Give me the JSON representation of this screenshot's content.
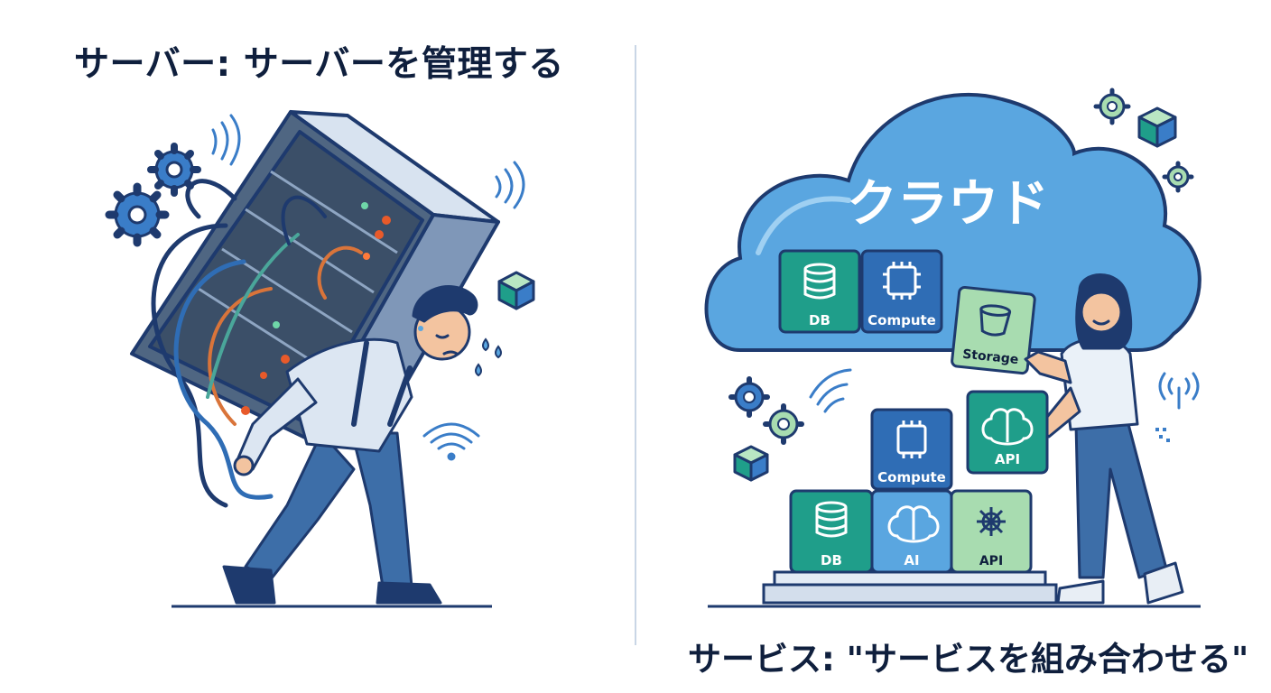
{
  "left": {
    "title": "サーバー: サーバーを管理する"
  },
  "right": {
    "title": "サービス: \"サービスを組み合わせる\"",
    "cloud_label": "クラウド",
    "cloud_blocks": [
      {
        "label": "DB",
        "icon": "database-icon"
      },
      {
        "label": "Compute",
        "icon": "chip-icon"
      }
    ],
    "held_block": {
      "label": "Storage",
      "icon": "bucket-icon"
    },
    "stack_blocks": [
      {
        "label": "DB",
        "icon": "database-icon"
      },
      {
        "label": "AI",
        "icon": "brain-icon"
      },
      {
        "label": "API",
        "icon": "network-icon"
      },
      {
        "label": "Compute",
        "icon": "chip-icon"
      },
      {
        "label": "API",
        "icon": "brain-icon"
      }
    ]
  },
  "colors": {
    "navy": "#1e3a6e",
    "blue": "#2f6db5",
    "teal": "#1f9e8a",
    "green": "#a8dcb0",
    "cloud": "#5aa6e0",
    "title": "#0f1f3d"
  }
}
